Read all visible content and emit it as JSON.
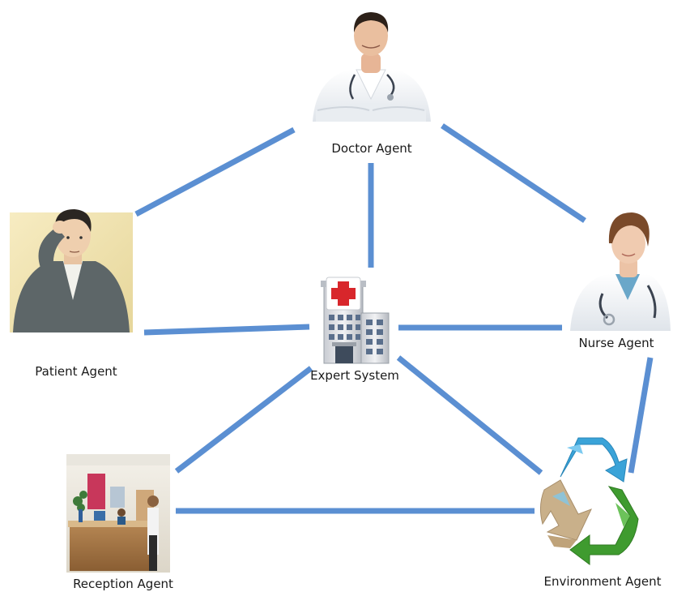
{
  "diagram": {
    "colors": {
      "connector": "#5b8fd2",
      "label_text": "#1a1a1a",
      "hospital_red": "#d8262b",
      "recycle_blue": "#3aa3d8",
      "recycle_green": "#3f9b2f",
      "recycle_sand": "#c9b08a"
    },
    "nodes": {
      "doctor": {
        "label": "Doctor Agent",
        "icon": "doctor-icon"
      },
      "patient": {
        "label": "Patient Agent",
        "icon": "patient-icon"
      },
      "expert": {
        "label": "Expert System",
        "icon": "hospital-icon"
      },
      "nurse": {
        "label": "Nurse Agent",
        "icon": "nurse-icon"
      },
      "reception": {
        "label": "Reception Agent",
        "icon": "reception-desk-icon"
      },
      "environment": {
        "label": "Environment Agent",
        "icon": "recycle-icon"
      }
    },
    "connections": [
      [
        "patient",
        "doctor"
      ],
      [
        "doctor",
        "expert"
      ],
      [
        "doctor",
        "nurse"
      ],
      [
        "patient",
        "expert"
      ],
      [
        "expert",
        "nurse"
      ],
      [
        "expert",
        "reception"
      ],
      [
        "expert",
        "environment"
      ],
      [
        "nurse",
        "environment"
      ],
      [
        "reception",
        "environment"
      ]
    ]
  }
}
